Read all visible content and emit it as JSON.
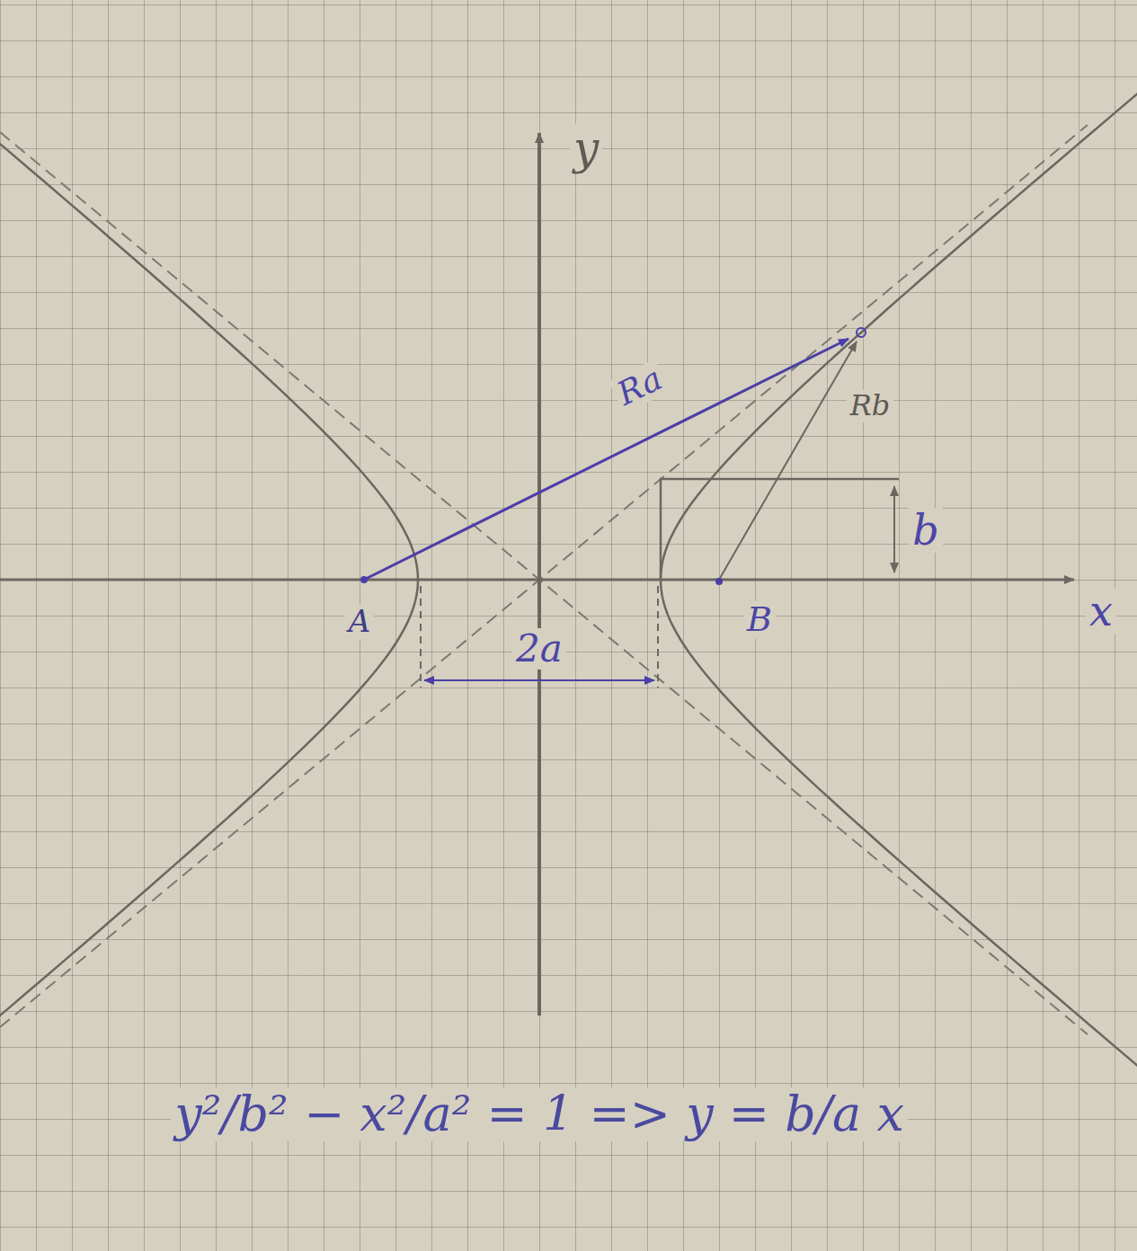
{
  "diagram": {
    "labels": [
      "y",
      "x",
      "A",
      "B",
      "Ra",
      "Rb",
      "b",
      "2a",
      "y²/b² − x²/a² = 1 => y = b/a x"
    ]
  }
}
